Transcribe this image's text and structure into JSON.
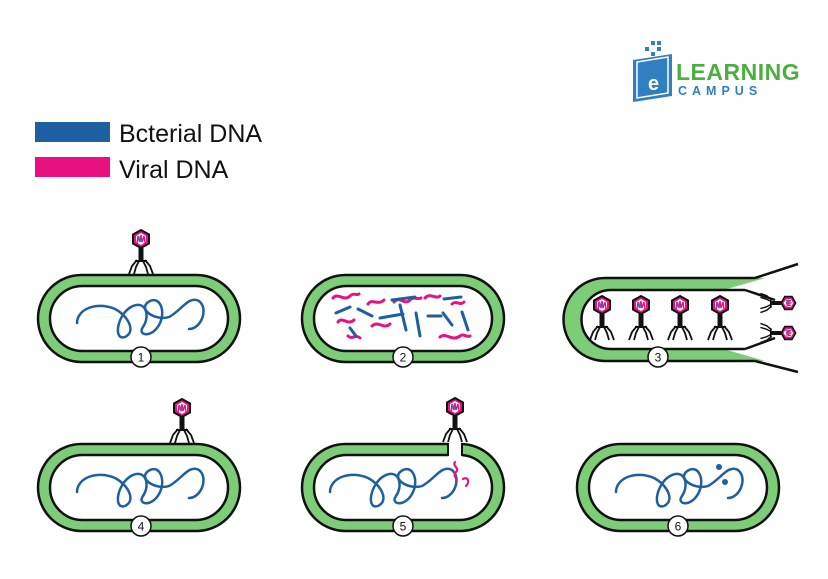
{
  "logo": {
    "line1": "LEARNING",
    "line2": "CAMPUS",
    "mark": "e",
    "colors": {
      "green": "#4cae3f",
      "blue": "#2f7fc1"
    }
  },
  "legend": [
    {
      "label": "Bcterial DNA",
      "color": "#1d5fa0"
    },
    {
      "label": "Viral DNA",
      "color": "#e8117f"
    }
  ],
  "colors": {
    "cell_wall": "#7ccc78",
    "outline": "#111111",
    "phage_head": "#e8117f"
  },
  "steps": [
    {
      "number": "1",
      "phage": "attached"
    },
    {
      "number": "2",
      "phage": "none"
    },
    {
      "number": "3",
      "phage": "assembled-release"
    },
    {
      "number": "4",
      "phage": "attached"
    },
    {
      "number": "5",
      "phage": "injecting"
    },
    {
      "number": "6",
      "phage": "none"
    }
  ]
}
